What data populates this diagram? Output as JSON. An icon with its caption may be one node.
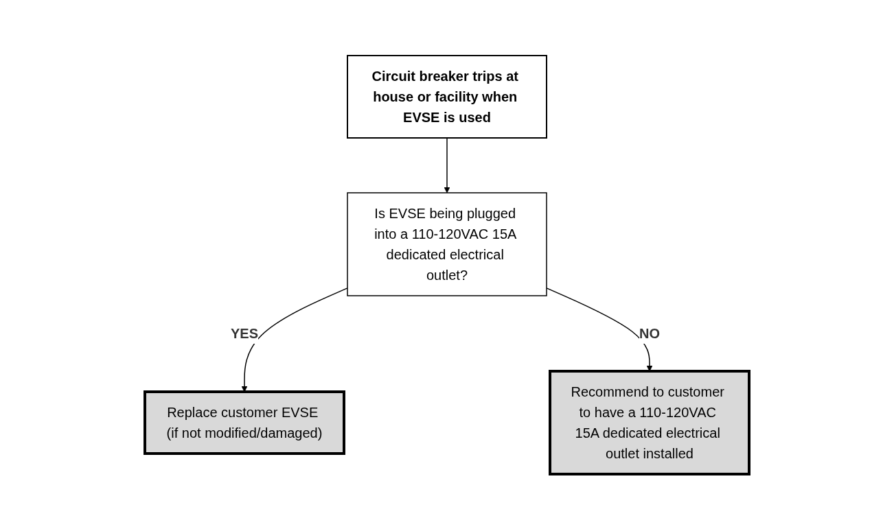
{
  "diagram": {
    "nodes": [
      {
        "text": [
          "Circuit breaker trips at house or facility when EVSE is used"
        ]
      },
      {
        "text": [
          "Is EVSE being plugged into a 110-120VAC 15A dedicated electrical outlet?"
        ]
      },
      {
        "text": [
          "Replace customer EVSE (if not modified/damaged)"
        ]
      },
      {
        "text": [
          "Recommend to customer to have a 110-120VAC 15A dedicated electrical outlet installed"
        ]
      }
    ],
    "edges": [
      {
        "from": 0,
        "to": 1,
        "arrow": "to"
      },
      {
        "from": 1,
        "to": 2,
        "arrow": "to",
        "label": "YES"
      },
      {
        "from": 1,
        "to": 3,
        "arrow": "to",
        "label": "NO"
      }
    ]
  }
}
